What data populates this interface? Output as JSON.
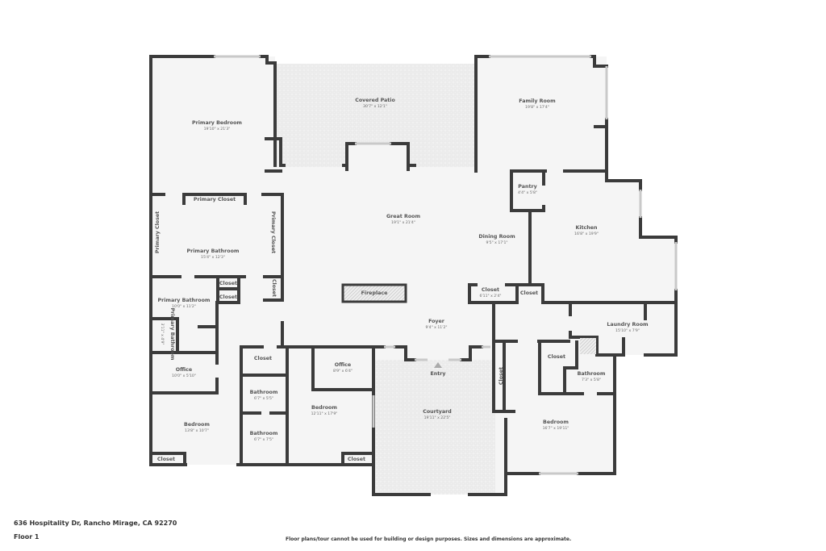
{
  "rooms": [
    {
      "name": "Covered Patio",
      "dims": "30'7\" x 12'1\""
    },
    {
      "name": "Primary Bedroom",
      "dims": "19'10\" x 21'3\""
    },
    {
      "name": "Family Room",
      "dims": "19'8\" x 17'4\""
    },
    {
      "name": "Pantry",
      "dims": "4'4\" x 5'8\""
    },
    {
      "name": "Great Room",
      "dims": "19'1\" x 21'4\""
    },
    {
      "name": "Dining Room",
      "dims": "9'5\" x 17'1\""
    },
    {
      "name": "Kitchen",
      "dims": "16'8\" x 19'9\""
    },
    {
      "name": "Primary Closet"
    },
    {
      "name": "Primary Closet"
    },
    {
      "name": "Primary Closet"
    },
    {
      "name": "Primary Bathroom",
      "dims": "15'4\" x 12'3\""
    },
    {
      "name": "Primary Bathroom",
      "dims": "10'0\" x 11'2\""
    },
    {
      "name": "Closet"
    },
    {
      "name": "Closet"
    },
    {
      "name": "Closet"
    },
    {
      "name": "Fireplace"
    },
    {
      "name": "Closet",
      "dims": "6'11\" x 2'4\""
    },
    {
      "name": "Closet"
    },
    {
      "name": "Foyer",
      "dims": "9'4\" x 11'2\""
    },
    {
      "name": "Laundry Room",
      "dims": "15'10\" x 7'9\""
    },
    {
      "name": "Primary Bathroom",
      "dims": "3'11\" x 4'9\""
    },
    {
      "name": "Office",
      "dims": "10'0\" x 5'10\""
    },
    {
      "name": "Closet"
    },
    {
      "name": "Office",
      "dims": "8'9\" x 6'4\""
    },
    {
      "name": "Entry"
    },
    {
      "name": "Closet"
    },
    {
      "name": "Bathroom",
      "dims": "7'3\" x 5'8\""
    },
    {
      "name": "Closet"
    },
    {
      "name": "Bathroom",
      "dims": "6'7\" x 5'5\""
    },
    {
      "name": "Bedroom",
      "dims": "12'11\" x 17'9\""
    },
    {
      "name": "Courtyard",
      "dims": "19'11\" x 22'5\""
    },
    {
      "name": "Bedroom",
      "dims": "13'8\" x 10'7\""
    },
    {
      "name": "Bedroom",
      "dims": "16'7\" x 19'11\""
    },
    {
      "name": "Bathroom",
      "dims": "6'7\" x 7'5\""
    },
    {
      "name": "Closet"
    },
    {
      "name": "Closet"
    }
  ],
  "footer": {
    "address": "636 Hospitality Dr, Rancho Mirage, CA 92270",
    "floor": "Floor 1",
    "disclaimer": "Floor plans/tour cannot be used for building or design purposes. Sizes and dimensions are approximate."
  },
  "colors": {
    "wall": "#3b3b3b",
    "floor": "#f5f5f5",
    "window": "#c9c9c9",
    "outdoor": "#ececec"
  }
}
